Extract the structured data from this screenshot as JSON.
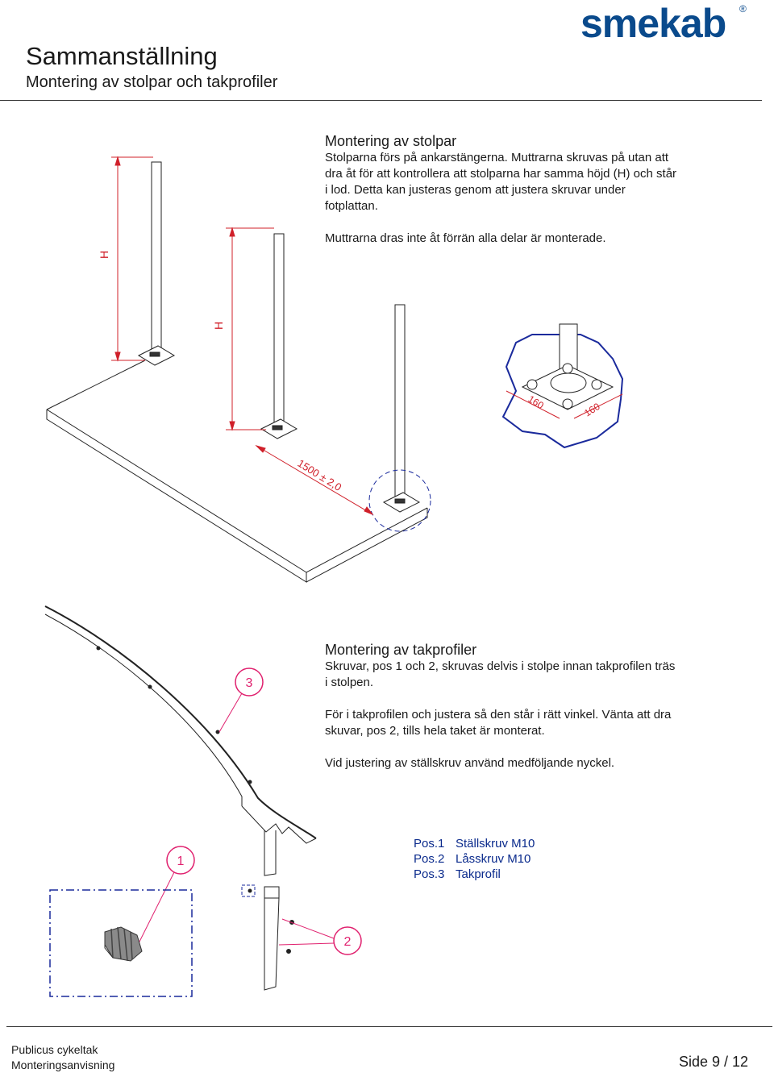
{
  "brand": {
    "logo": "smekab",
    "registered": "®"
  },
  "header": {
    "title": "Sammanställning",
    "subtitle": "Montering av stolpar och takprofiler"
  },
  "section1": {
    "title": "Montering av stolpar",
    "para1": "Stolparna förs på ankarstängerna. Muttrarna skruvas på utan att dra åt för att kontrollera att stolparna har samma höjd (H) och står i lod. Detta kan justeras genom att justera skruvar under fotplattan.",
    "para2": "Muttrarna dras inte åt förrän alla delar är monterade."
  },
  "section2": {
    "title": "Montering av takprofiler",
    "para1": "Skruvar, pos 1 och 2, skruvas delvis i stolpe innan takprofilen träs i stolpen.",
    "para2": "För i takprofilen och justera så den står i rätt vinkel. Vänta att dra skuvar, pos 2, tills hela taket är monterat.",
    "para3": "Vid justering av ställskruv använd medföljande nyckel."
  },
  "drawing1": {
    "dim_h1": "H",
    "dim_h2": "H",
    "dim_spacing": "1500 ± 2,0",
    "detail_dim1": "160",
    "detail_dim2": "160"
  },
  "drawing2": {
    "callout3": "3",
    "callout1": "1",
    "callout2": "2"
  },
  "positions": [
    {
      "key": "Pos.1",
      "label": "Ställskruv M10"
    },
    {
      "key": "Pos.2",
      "label": "Låsskruv M10"
    },
    {
      "key": "Pos.3",
      "label": "Takprofil"
    }
  ],
  "footer": {
    "line1": "Publicus cykeltak",
    "line2": "Monteringsanvisning",
    "page": "Side 9 / 12"
  },
  "colors": {
    "brand": "#0a4a8c",
    "callout": "#e0206e",
    "dimension": "#d0202a",
    "detail_outline": "#1a2a9c"
  }
}
